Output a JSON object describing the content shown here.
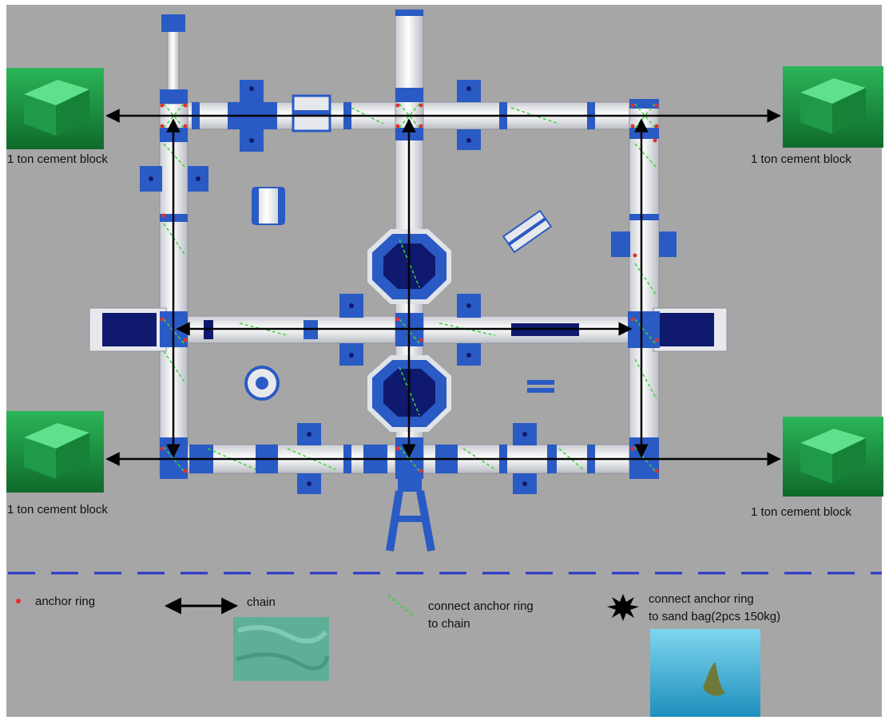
{
  "anchor_blocks": [
    {
      "id": "top-left",
      "label": "1 ton cement block"
    },
    {
      "id": "top-right",
      "label": "1 ton cement block"
    },
    {
      "id": "bottom-left",
      "label": "1 ton cement block"
    },
    {
      "id": "bottom-right",
      "label": "1 ton cement block"
    }
  ],
  "legend": {
    "anchor_ring": "anchor ring",
    "chain": "chain",
    "connect_chain_line1": "connect anchor ring",
    "connect_chain_line2": "to chain",
    "connect_sandbag_line1": "connect anchor ring",
    "connect_sandbag_line2": "to sand bag(2pcs 150kg)"
  },
  "colors": {
    "background": "#a6a6a6",
    "frame_blue": "#2a5bc4",
    "navy": "#0f1a6e",
    "tube_white": "#eef0f3",
    "chain_arrow": "#000000",
    "connector_green": "#3fd23f",
    "anchor_red": "#e03030",
    "divider_blue": "#2a36c8",
    "cement_green": "#1c8f3c",
    "chain_photo": "#5fae98",
    "sandbag_photo": "#38b6d8"
  },
  "icons": {
    "cement_block": "cement-block-photo",
    "chain": "chain-photo",
    "sand_bag": "sand-bag-photo",
    "sand_bag_connector": "black-starburst-icon"
  }
}
